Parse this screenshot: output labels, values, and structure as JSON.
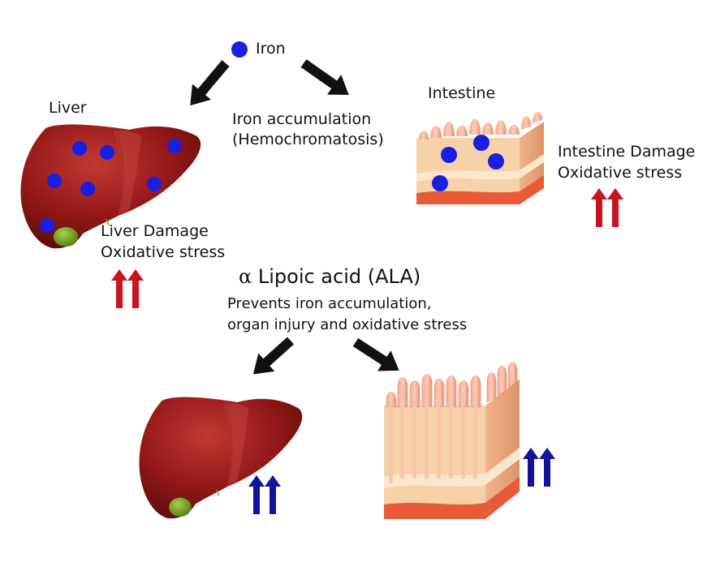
{
  "iron": {
    "label": "Iron"
  },
  "accumulation": {
    "line1": "Iron accumulation",
    "line2": "(Hemochromatosis)"
  },
  "liver_top": {
    "label": "Liver",
    "effect_line1": "Liver Damage",
    "effect_line2": "Oxidative stress",
    "iron_dots": 7
  },
  "intestine_top": {
    "label": "Intestine",
    "effect_line1": "Intestine Damage",
    "effect_line2": "Oxidative stress",
    "iron_dots": 4
  },
  "treatment": {
    "symbol": "α",
    "title": "Lipoic acid (ALA)",
    "line1": "Prevents iron accumulation,",
    "line2": "organ injury and oxidative stress"
  },
  "colors": {
    "iron_dot": "#1a1ee0",
    "increase_arrow": "#c8141e",
    "improvement_arrow": "#12129a",
    "liver": "#8e1414",
    "gallbladder": "#6fa21e",
    "tissue": "#f6d2a8",
    "tissue_band": "#e85a38"
  }
}
